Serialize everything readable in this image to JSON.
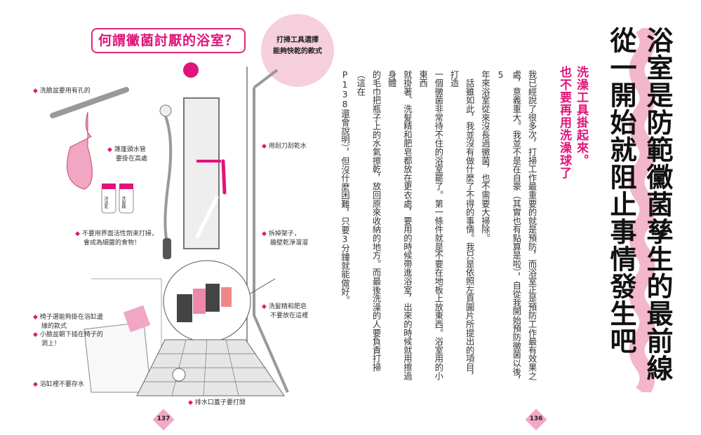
{
  "left_page": {
    "title": "何謂黴菌討厭的浴室？",
    "bubble": [
      "打掃工具選擇",
      "能夠快乾的款式"
    ],
    "notes": [
      [
        "洗臉盆要用有孔的"
      ],
      [
        "蓮蓬頭水管",
        "要掛在高處"
      ],
      [
        "用刮刀刮乾水"
      ],
      [
        "不要用界面活性劑來打掃，",
        "會成為細菌的食物！"
      ],
      [
        "拆掉架子，",
        "牆壁乾淨溜溜"
      ],
      [
        "洗髮精和肥皂",
        "不要放在這裡"
      ],
      [
        "椅子選能夠掛在浴缸邊",
        "緣的款式"
      ],
      [
        "小臉盆朝下插在椅子的",
        "洞上！"
      ],
      [
        "浴缸裡不要存水"
      ],
      [
        "排水口蓋子要打開"
      ]
    ],
    "bottle_labels": [
      "沐浴乳",
      "洗髮精"
    ],
    "page_number": "137"
  },
  "right_page": {
    "headline": [
      "浴室是防範黴菌孳生的最前線",
      "從一開始就阻止事情發生吧"
    ],
    "subheading": [
      "洗澡工具掛起來。",
      "也不要再用洗澡球了"
    ],
    "body": [
      "我已經說了很多次，打掃工作最重要的就是預防，而浴室正是預防工作最有效果之",
      "處，意義重大。我並不是在自豪（其實也有點算是啦），自從我開始預防黴菌以後，5",
      "年來浴室從來沒長過黴菌，也不需要大掃除。",
      "　話雖如此，我並沒有做什麼了不得的事情。我只是依照左頁圖片所提出的項目，打造",
      "一個黴菌非常待不住的浴室罷了。第一條件就是不要在地板上放東西。浴室用的小東西",
      "就掛著、洗髮精和肥皂都放在更衣處，要用的時候帶進浴室，出來的時候就用擦過身體",
      "的毛巾把瓶子上的水氣擦乾，放回原來收納的地方。而最後洗澡的人要負責打掃（這在",
      "P138還會說明），但沒什麼困難，只要3分鐘就能做好。"
    ],
    "page_number": "136"
  },
  "colors": {
    "accent": "#e0147a",
    "pink_light": "#f6cfdc"
  }
}
